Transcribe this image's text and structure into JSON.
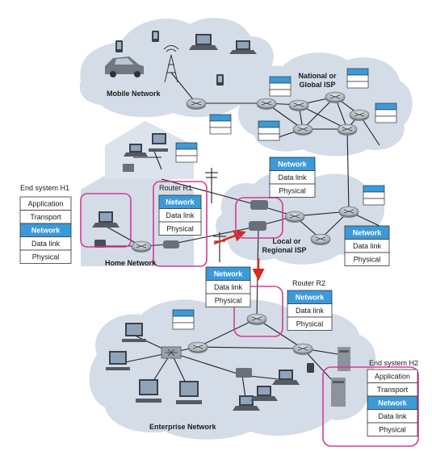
{
  "labels": {
    "mobile_network": "Mobile Network",
    "national_isp_line1": "National or",
    "national_isp_line2": "Global ISP",
    "home_network": "Home Network",
    "local_isp_line1": "Local or",
    "local_isp_line2": "Regional ISP",
    "enterprise_network": "Enterprise Network"
  },
  "stacks": {
    "end_system_h1": {
      "title": "End system H1",
      "layers": [
        "Application",
        "Transport",
        "Network",
        "Data link",
        "Physical"
      ]
    },
    "router_r1": {
      "title": "Router R1",
      "layers": [
        "Network",
        "Data link",
        "Physical"
      ]
    },
    "isp_router_stack": {
      "layers": [
        "Network",
        "Data link",
        "Physical"
      ]
    },
    "isp_router_stack_2": {
      "layers": [
        "Network",
        "Data link",
        "Physical"
      ]
    },
    "mid_router_stack": {
      "layers": [
        "Network",
        "Data link",
        "Physical"
      ]
    },
    "router_r2": {
      "title": "Router R2",
      "layers": [
        "Network",
        "Data link",
        "Physical"
      ]
    },
    "end_system_h2": {
      "title": "End system H2",
      "layers": [
        "Application",
        "Transport",
        "Network",
        "Data link",
        "Physical"
      ]
    }
  },
  "colors": {
    "cloud": "#d4dce8",
    "network_layer": "#3b9ad9",
    "highlight": "#d63a93",
    "path_arrow": "#d62a1e",
    "router": "#b6bcc4",
    "link": "#222222"
  }
}
